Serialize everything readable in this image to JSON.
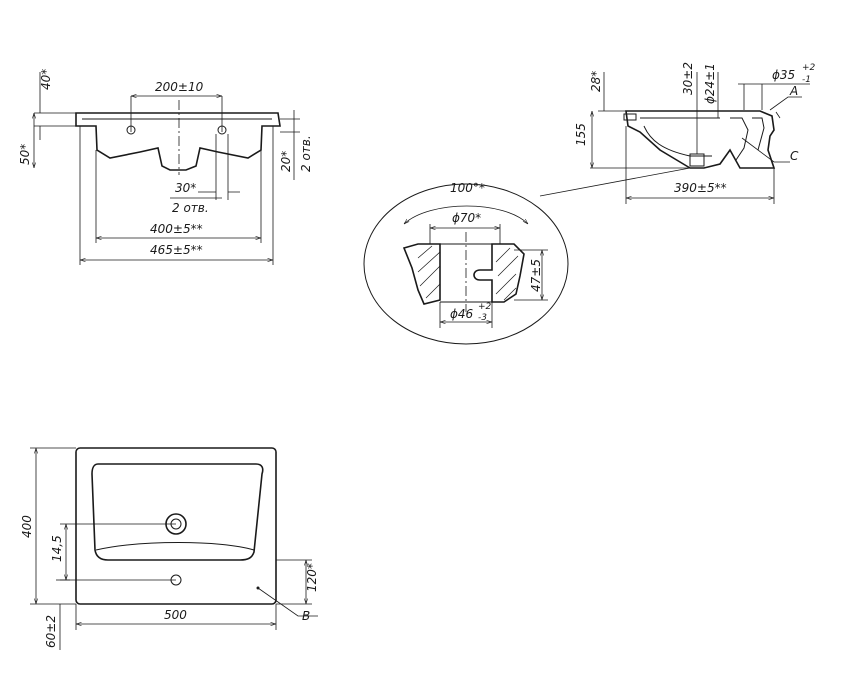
{
  "front_view": {
    "dims": {
      "top_thickness": "40*",
      "hole_spacing": "200±10",
      "height": "50*",
      "side_right": "20*",
      "holes_count_right": "2 отв.",
      "hole_diameter": "30*",
      "holes_count_bottom": "2 отв.",
      "inner_width": "400±5**",
      "outer_width": "465±5**"
    }
  },
  "side_view": {
    "dims": {
      "top_offset": "28*",
      "drain_offset": "30±2",
      "drain_diameter": "ϕ24±1",
      "overflow_diameter": "ϕ35",
      "overflow_tol_upper": "+2",
      "overflow_tol_lower": "-1",
      "depth": "155",
      "length": "390±5**"
    },
    "labels": {
      "a": "A",
      "c": "C"
    }
  },
  "detail_view": {
    "dims": {
      "angle": "100°*",
      "top_diameter": "ϕ70*",
      "height": "47±5",
      "bottom_diameter": "ϕ46",
      "bottom_tol_upper": "+2",
      "bottom_tol_lower": "-3"
    }
  },
  "plan_view": {
    "dims": {
      "width": "500",
      "depth": "400",
      "drain_offset": "14,5",
      "hole_offset": "120*",
      "edge_offset": "60±2"
    },
    "labels": {
      "b": "B"
    }
  }
}
